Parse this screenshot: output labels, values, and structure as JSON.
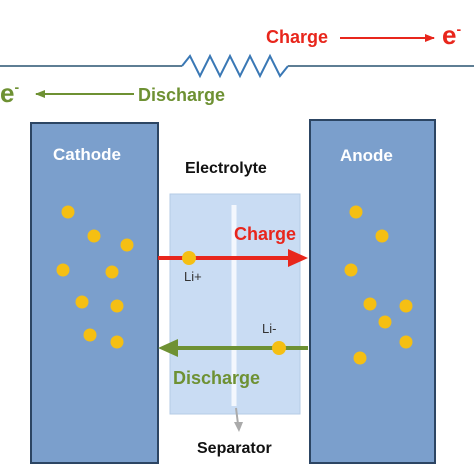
{
  "circuit": {
    "charge_label": "Charge",
    "discharge_label": "Discharge",
    "electron_right": "e",
    "electron_left": "e",
    "electron_sup": "-"
  },
  "cell": {
    "cathode_label": "Cathode",
    "anode_label": "Anode",
    "electrolyte_label": "Electrolyte",
    "separator_label": "Separator"
  },
  "ions": {
    "charge_label": "Charge",
    "discharge_label": "Discharge",
    "li_plus_label": "Li+",
    "li_minus_label": "Li-"
  },
  "colors": {
    "electrode_fill": "#7b9fcc",
    "electrode_border": "#2c4563",
    "electrolyte_fill": "#c9dcf3",
    "wire": "#5e7e94",
    "resistor": "#3a78b5",
    "charge": "#e8261c",
    "discharge": "#6e9133",
    "particle": "#f5bf13"
  }
}
